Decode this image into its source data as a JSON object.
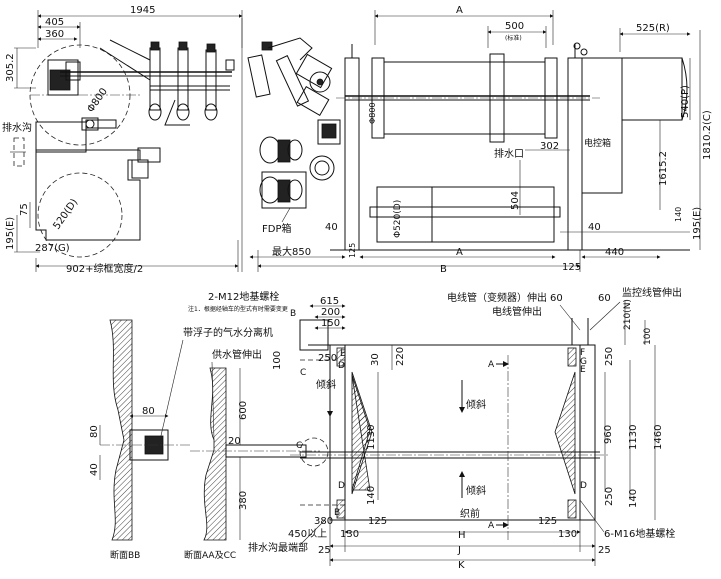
{
  "top_left": {
    "dims": {
      "total_width": "1945",
      "d405": "405",
      "d360": "360",
      "d305": "305.2",
      "d800": "Φ800",
      "d520": "520(D)",
      "d75": "75",
      "d195": "195(E)",
      "d287": "287(G)",
      "bottom": "902+综框宽度/2"
    },
    "labels": {
      "drain": "排水沟",
      "fdp": "FDP箱"
    }
  },
  "top_right": {
    "dims": {
      "a_top": "A",
      "d500": "500",
      "d500_note": "(标准)",
      "d525": "525(R)",
      "d540": "540(P)",
      "d1810": "1810.2(C)",
      "d1615": "1615.2",
      "d302": "302",
      "d504": "504",
      "phi800": "Φ800",
      "phi520": "Φ520(D)",
      "d40_left": "40",
      "d40_right": "40",
      "d140": "140",
      "d195e": "195(E)",
      "max850": "最大850",
      "d125_left": "125",
      "a_mid": "A",
      "b_bottom": "B",
      "d125_right": "125",
      "d440": "440"
    },
    "labels": {
      "drain_outlet": "排水口",
      "control_box": "电控箱"
    }
  },
  "bottom_left": {
    "labels": {
      "anchor_bolt": "2-M12地基螺栓",
      "note": "注1．根据经轴车的型式有时需要变更",
      "separator": "带浮子的气水分离机",
      "water_pipe": "供水管伸出",
      "section_bb": "断面BB",
      "section_aacc": "断面AA及CC",
      "drain_end": "排水沟最端部"
    },
    "dims": {
      "d80": "80",
      "d80_left": "80",
      "d40_left": "40",
      "d600": "600",
      "d20": "20",
      "d380_left": "380",
      "d100": "100"
    }
  },
  "bottom_right": {
    "labels": {
      "cable_pipe": "电线管（变频器）伸出",
      "cable_pipe2": "电线管伸出",
      "monitor_pipe": "监控线管伸出",
      "slope_top": "倾斜",
      "slope_bottom": "倾斜",
      "front": "织前",
      "anchor_m16": "6-M16地基螺栓",
      "slope_left": "倾斜"
    },
    "dims": {
      "d615": "615",
      "d200": "200",
      "d150": "150",
      "d250_top_left": "250",
      "d30": "30",
      "d220": "220",
      "d1130_left": "1130",
      "d140_left": "140",
      "d380": "380",
      "d450": "450以上",
      "d130_left": "130",
      "d125": "125",
      "d60_left": "60",
      "d60_right": "60",
      "d210": "210(N)",
      "d100_right": "100",
      "d250_top_right": "250",
      "d960": "960",
      "d1130_right": "1130",
      "d1460": "1460",
      "d250_bottom_right": "250",
      "d140_right": "140",
      "d130_right": "130",
      "d25_left": "25",
      "d25_right": "25",
      "H": "H",
      "J": "J",
      "K": "K",
      "A_top": "A",
      "A_bottom": "A",
      "B_top": "B",
      "B_bottom": "B",
      "C_left": "C",
      "C_right": "C",
      "D_top_left": "D",
      "D_bottom_left": "D",
      "D_bottom_right": "D",
      "E_top": "E",
      "E_bottom": "E",
      "F": "F",
      "G": "G"
    }
  }
}
